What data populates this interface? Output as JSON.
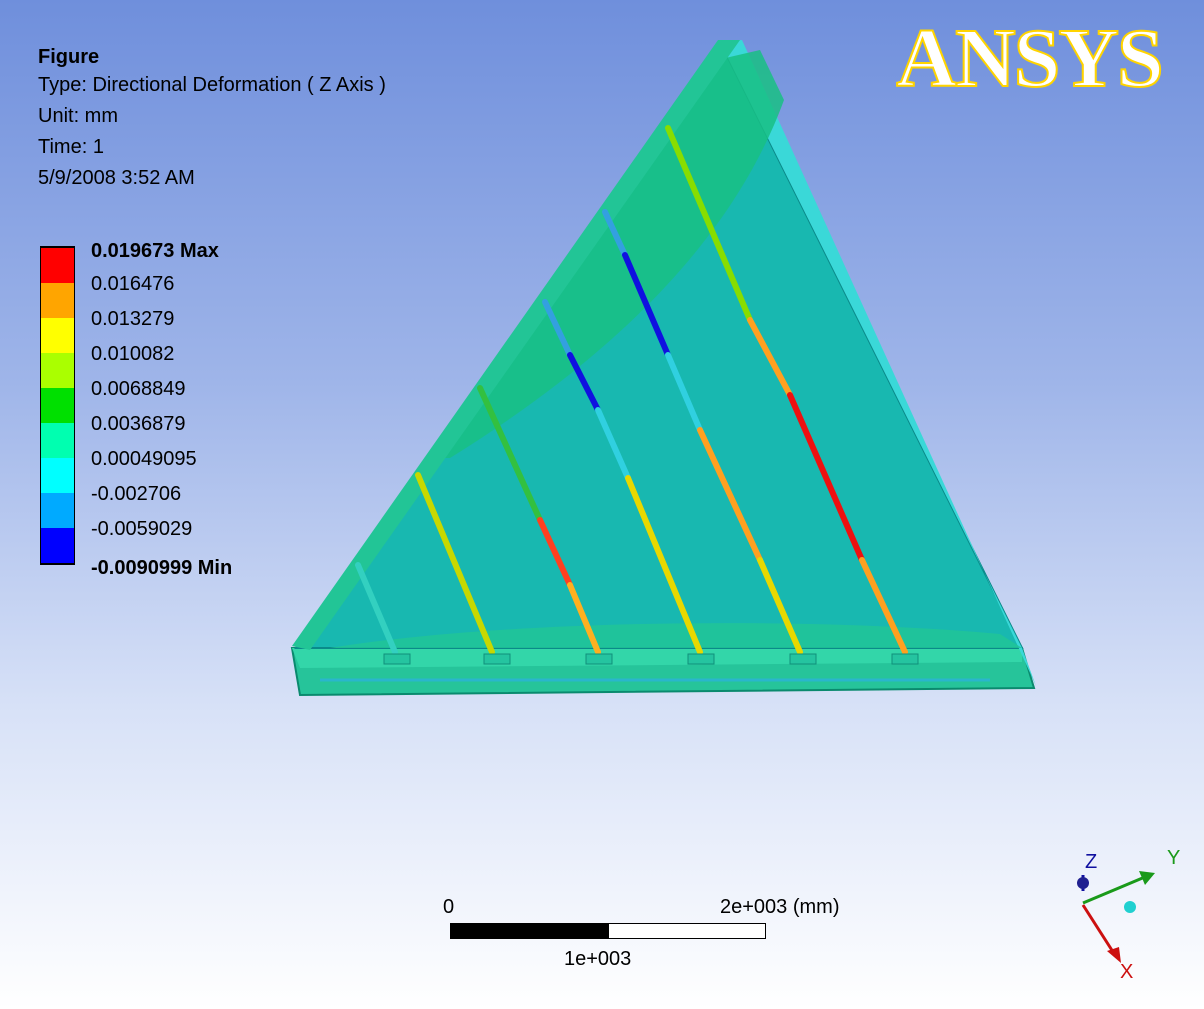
{
  "info": {
    "title": "Figure",
    "type_line": "Type: Directional Deformation ( Z Axis )",
    "unit_line": "Unit: mm",
    "time_line": "Time: 1",
    "date_line": "5/9/2008 3:52 AM"
  },
  "logo": {
    "text": "ANSYS"
  },
  "legend": {
    "entries": [
      {
        "label": "0.019673 Max",
        "bold": true
      },
      {
        "label": "0.016476",
        "bold": false
      },
      {
        "label": "0.013279",
        "bold": false
      },
      {
        "label": "0.010082",
        "bold": false
      },
      {
        "label": "0.0068849",
        "bold": false
      },
      {
        "label": "0.0036879",
        "bold": false
      },
      {
        "label": "0.00049095",
        "bold": false
      },
      {
        "label": "-0.002706",
        "bold": false
      },
      {
        "label": "-0.0059029",
        "bold": false
      },
      {
        "label": "-0.0090999 Min",
        "bold": true
      }
    ],
    "colors": [
      "#ff0000",
      "#ffa500",
      "#ffff00",
      "#aaff00",
      "#00e000",
      "#00ffb0",
      "#00ffff",
      "#00aaff",
      "#0000ff"
    ]
  },
  "scale_bar": {
    "start_label": "0",
    "end_label": "2e+003 (mm)",
    "mid_label": "1e+003"
  },
  "triad": {
    "x_label": "X",
    "y_label": "Y",
    "z_label": "Z"
  }
}
